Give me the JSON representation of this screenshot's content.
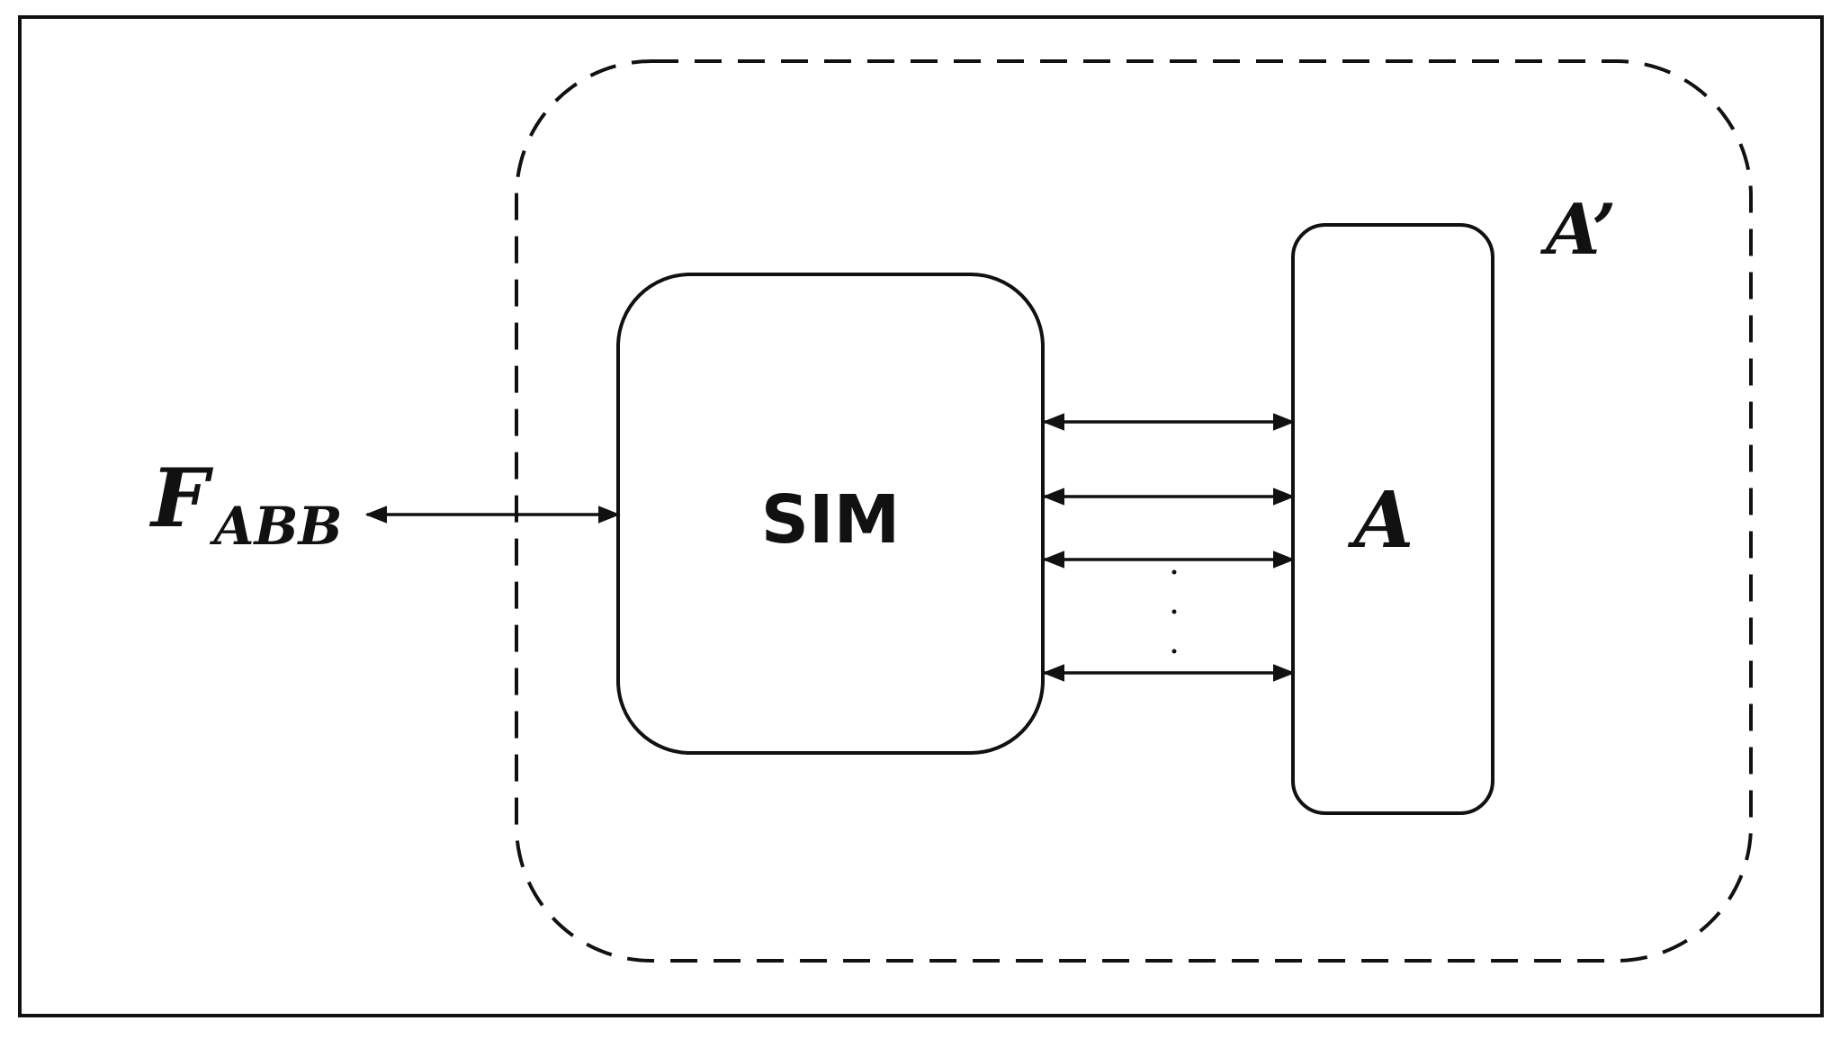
{
  "diagram": {
    "external_label": {
      "main": "F",
      "subscript": "ABB"
    },
    "composite_label": "A’",
    "simulator_label": "SIM",
    "adversary_label": "A",
    "channel_count_visible": 4,
    "ellipsis": "⋮",
    "colors": {
      "stroke": "#111111",
      "background": "#ffffff"
    }
  }
}
